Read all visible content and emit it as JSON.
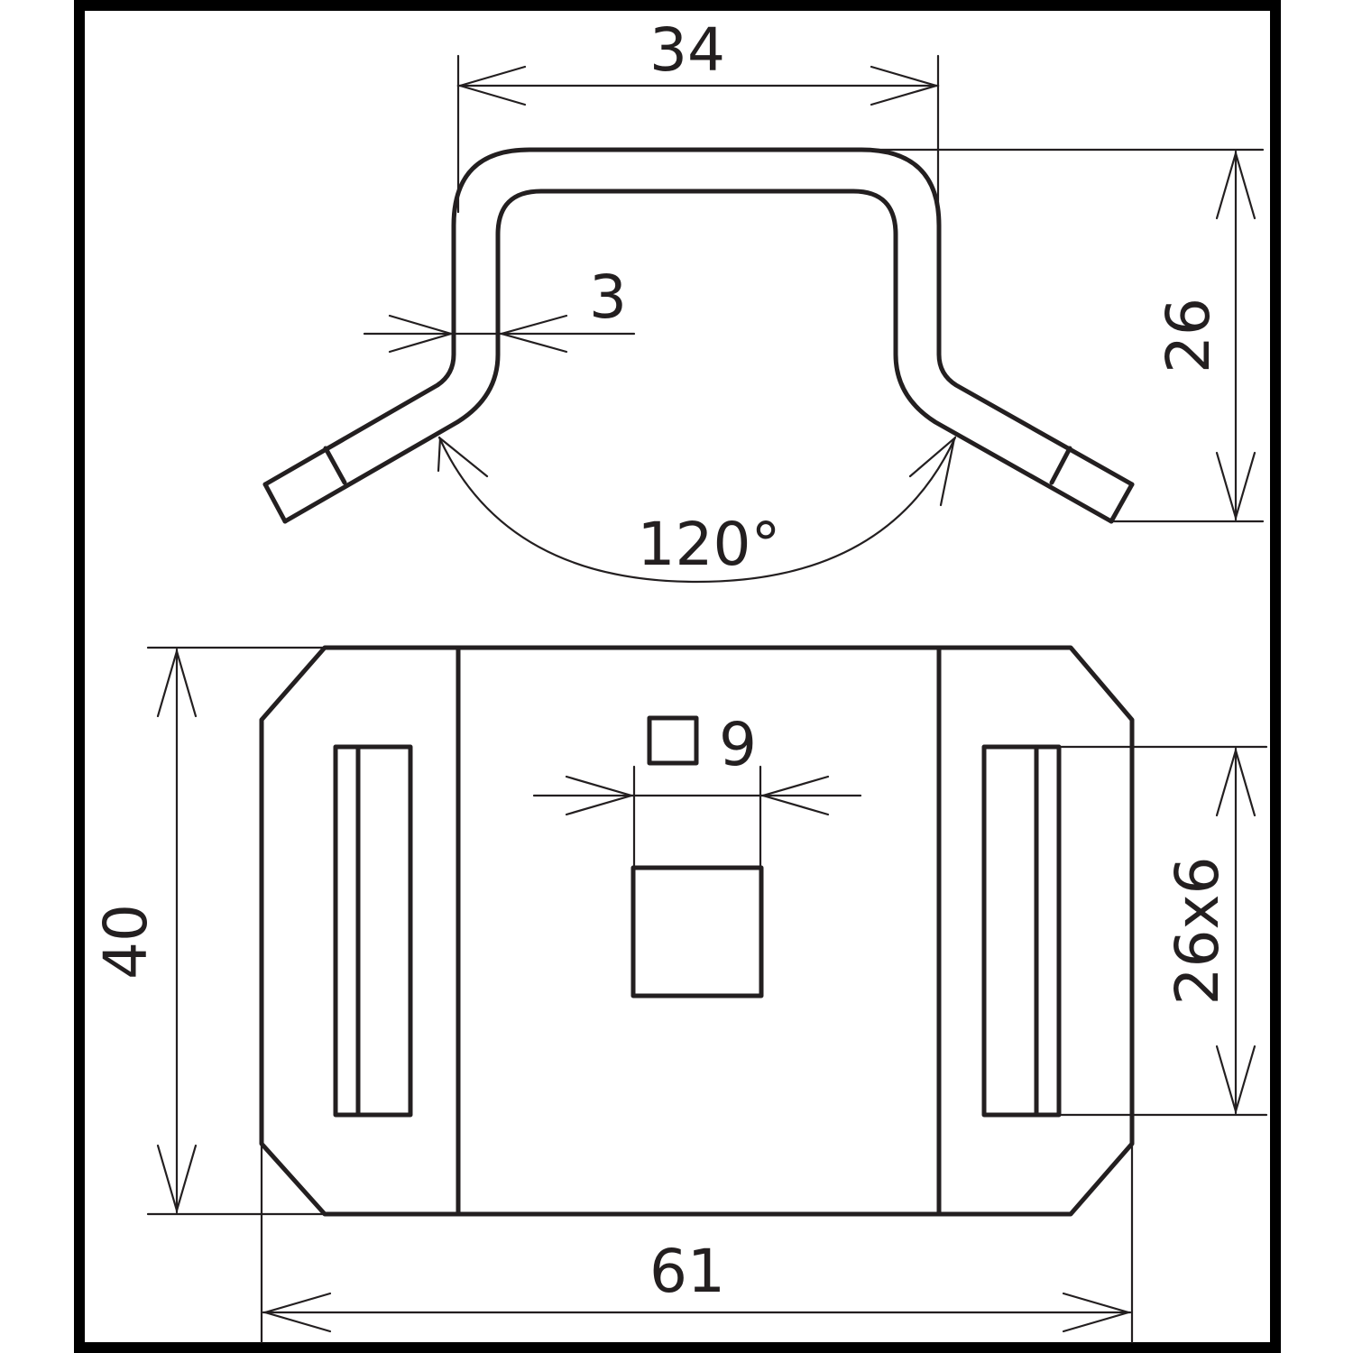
{
  "drawing": {
    "colors": {
      "ink": "#231f20",
      "frame": "#000000",
      "background": "#ffffff"
    },
    "dimensions": {
      "top_width": "34",
      "thickness": "3",
      "height": "26",
      "angle": "120°",
      "overall_height": "40",
      "square_hole": "9",
      "slot_size": "26x6",
      "overall_width": "61"
    }
  }
}
